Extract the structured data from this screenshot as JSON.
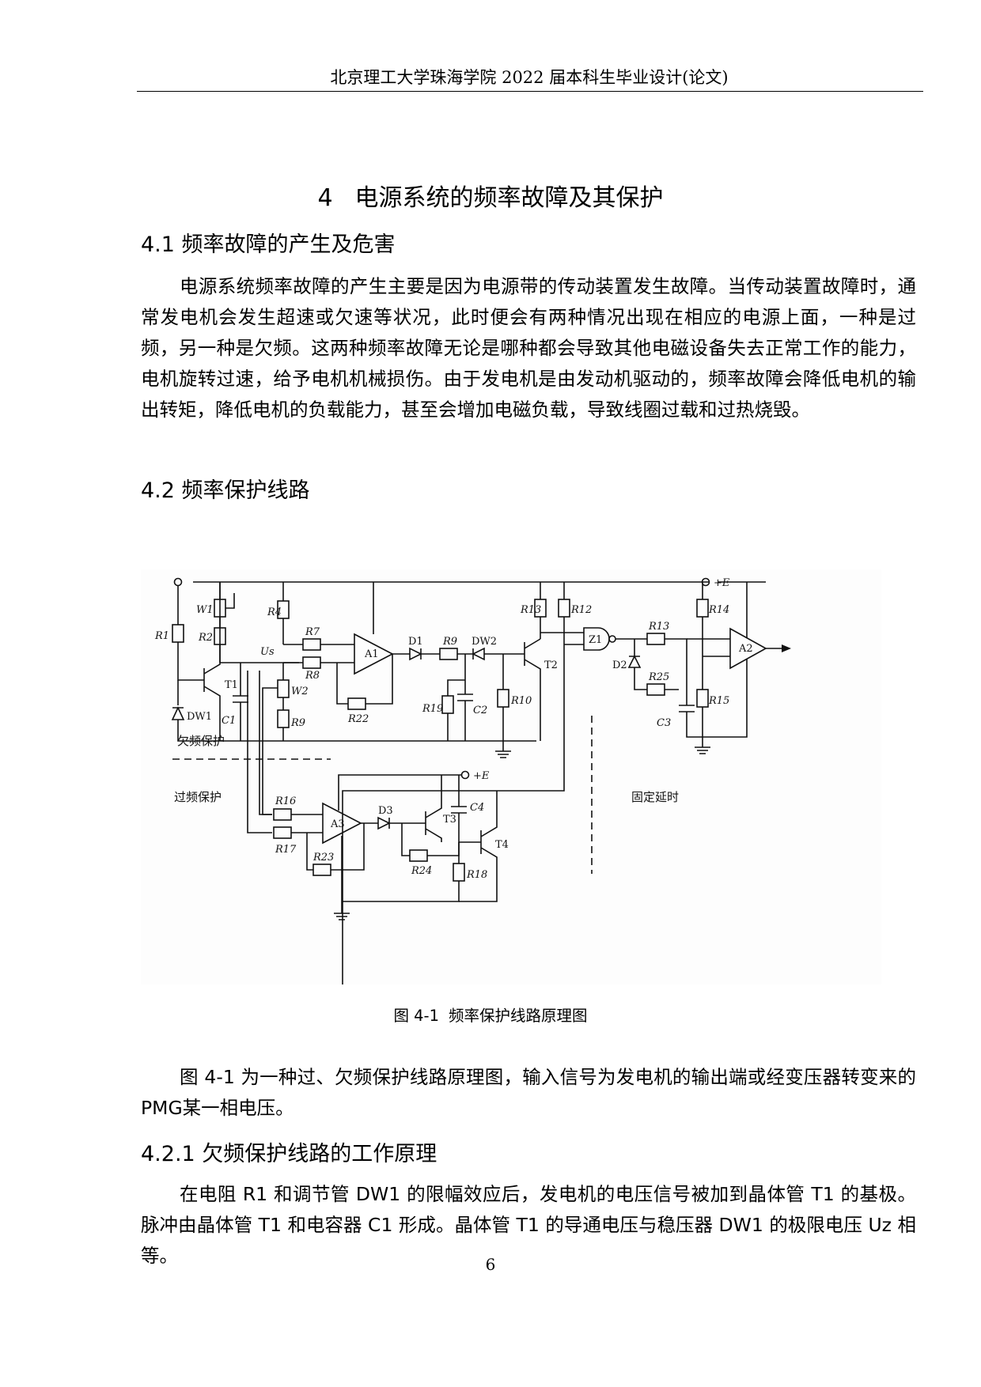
{
  "header": {
    "title": "北京理工大学珠海学院 2022 届本科生毕业设计(论文)"
  },
  "chapter": {
    "number": "4",
    "title": "电源系统的频率故障及其保护"
  },
  "sections": [
    {
      "label": "4.1 频率故障的产生及危害"
    },
    {
      "label": "4.2 频率保护线路"
    },
    {
      "label": "4.2.1 欠频保护线路的工作原理"
    }
  ],
  "paragraphs": [
    "电源系统频率故障的产生主要是因为电源带的传动装置发生故障。当传动装置故障时，通常发电机会发生超速或欠速等状况，此时便会有两种情况出现在相应的电源上面，一种是过频，另一种是欠频。这两种频率故障无论是哪种都会导致其他电磁设备失去正常工作的能力，电机旋转过速，给予电机机械损伤。由于发电机是由发动机驱动的，频率故障会降低电机的输出转矩，降低电机的负载能力，甚至会增加电磁负载，导致线圈过载和过热烧毁。",
    "图 4-1 为一种过、欠频保护线路原理图，输入信号为发电机的输出端或经变压器转变来的PMG某一相电压。",
    "在电阻 R1 和调节管 DW1 的限幅效应后，发电机的电压信号被加到晶体管 T1 的基极。脉冲由晶体管 T1 和电容器 C1 形成。晶体管 T1 的导通电压与稳压器 DW1 的极限电压 Uz 相等。"
  ],
  "figure": {
    "caption_number": "图 4-1",
    "caption_text": "频率保护线路原理图",
    "region_labels": {
      "under": "欠频保护",
      "over": "过频保护",
      "delay": "固定延时"
    },
    "supply_label": "+E",
    "components": {
      "W1": "W1",
      "R1": "R1",
      "R2": "R2",
      "R4": "R4",
      "R7": "R7",
      "R8": "R8",
      "R9_top": "R9",
      "R9_bottom": "R9",
      "W2": "W2",
      "Us": "Us",
      "A1": "A1",
      "D1": "D1",
      "DW2": "DW2",
      "T1": "T1",
      "C1": "C1",
      "DW1": "DW1",
      "R22": "R22",
      "R19": "R19",
      "C2": "C2",
      "R10": "R10",
      "T2": "T2",
      "R13a": "R13",
      "R12": "R12",
      "Z1": "Z1",
      "R13b": "R13",
      "D2": "D2",
      "R25": "R25",
      "C3": "C3",
      "R14": "R14",
      "R15": "R15",
      "A2": "A2",
      "R16": "R16",
      "R17": "R17",
      "A3": "A3",
      "D3": "D3",
      "T3": "T3",
      "C4": "C4",
      "R23": "R23",
      "R24": "R24",
      "R18": "R18",
      "T4": "T4"
    }
  },
  "page_number": "6"
}
